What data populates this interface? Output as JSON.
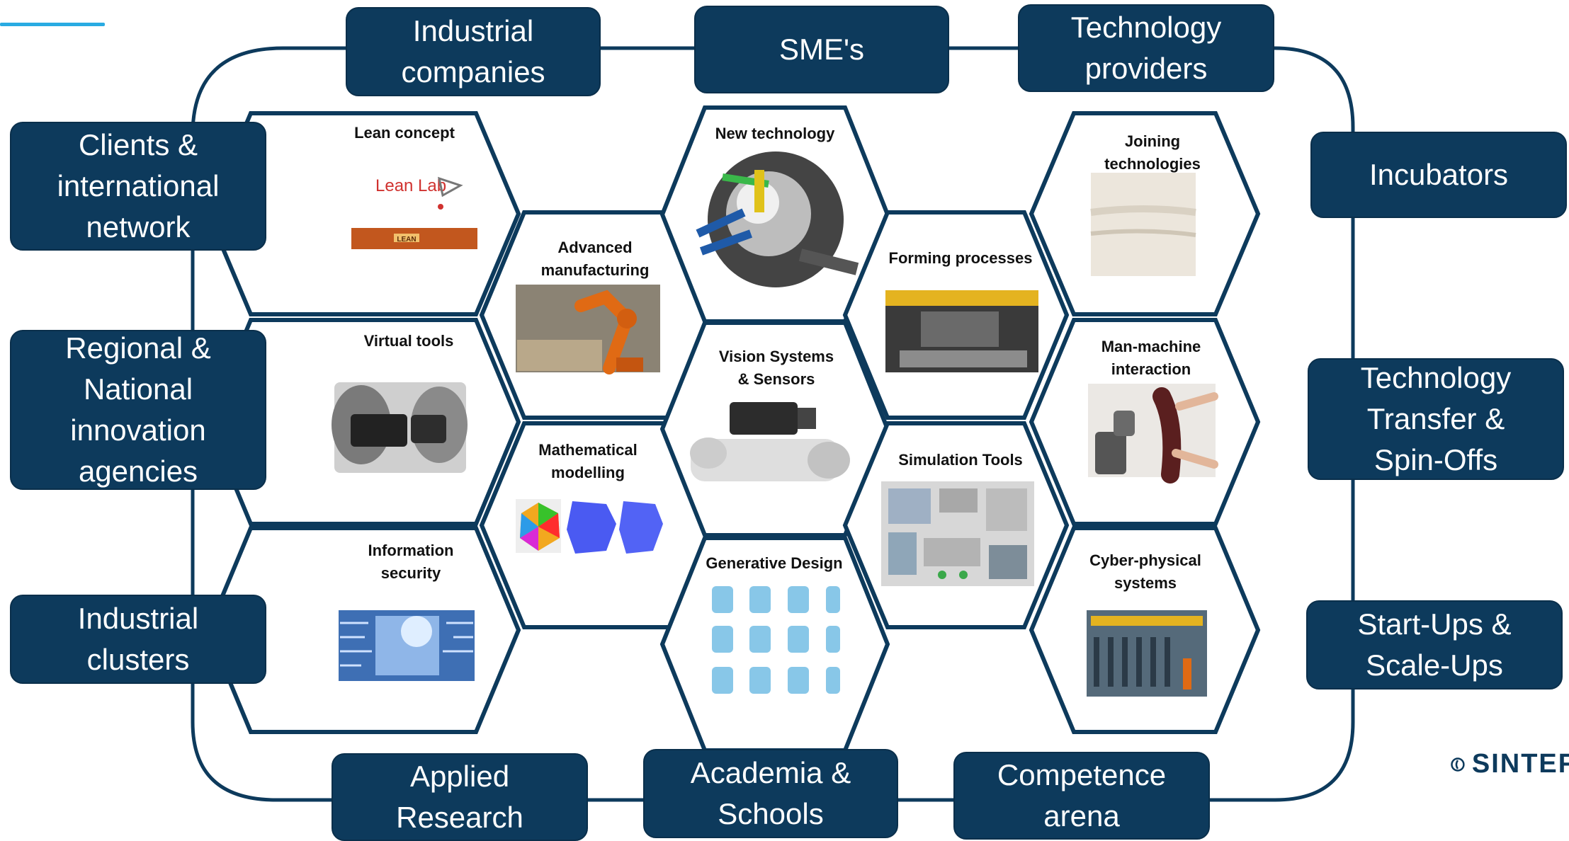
{
  "stakeholders": {
    "industrial_companies": "Industrial\ncompanies",
    "smes": "SME's",
    "technology_providers": "Technology\nproviders",
    "clients": "Clients &\ninternational\nnetwork",
    "regional": "Regional &\nNational\ninnovation\nagencies",
    "industrial_clusters": "Industrial\nclusters",
    "incubators": "Incubators",
    "technology_transfer": "Technology\nTransfer &\nSpin-Offs",
    "startups": "Start-Ups &\nScale-Ups",
    "applied_research": "Applied\nResearch",
    "academia": "Academia &\nSchools",
    "competence_arena": "Competence\narena"
  },
  "hexes": {
    "lean_concept": "Lean concept",
    "lean_lab_logo": "Lean Lab",
    "lean_banner": "LEAN",
    "virtual_tools": "Virtual tools",
    "information_security": "Information\nsecurity",
    "advanced_manufacturing": "Advanced\nmanufacturing",
    "mathematical_modelling": "Mathematical\nmodelling",
    "new_technology": "New technology",
    "vision_systems": "Vision Systems\n& Sensors",
    "generative_design": "Generative Design",
    "forming_processes": "Forming processes",
    "simulation_tools": "Simulation Tools",
    "joining_technologies": "Joining\ntechnologies",
    "man_machine": "Man-machine\ninteraction",
    "cyber_physical": "Cyber-physical\nsystems"
  },
  "brand": {
    "logo_text": "SINTEF",
    "box_color": "#0d3a5c",
    "accent_color": "#29abe2"
  }
}
